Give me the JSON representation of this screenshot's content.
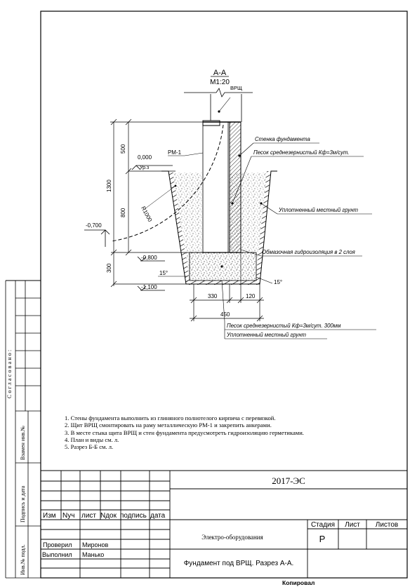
{
  "drawing": {
    "section_title": "А-А",
    "section_scale": "М1:20",
    "label_vrsch": "ВРЩ",
    "label_rm1": "РМ-1",
    "level_zero": "0,000",
    "level_zero_sub": "Ур.з",
    "level_070": "-0,700",
    "level_080": "-0,800",
    "level_110": "-1,100",
    "radius": "R1000",
    "angle_left": "15°",
    "angle_right": "15°",
    "dim_500": "500",
    "dim_1300": "1300",
    "dim_800": "800",
    "dim_300": "300",
    "dim_330": "330",
    "dim_120": "120",
    "dim_450": "450",
    "callout_wall": "Стенка фундамента",
    "callout_sand_top": "Песок среднезернистый Кф=3м/сут.",
    "callout_soil_side": "Уплотненный местный грунт",
    "callout_waterproof": "Обмазочная гидроизоляция в 2 слоя",
    "callout_sand_bottom": "Песок среднезернистый Кф=3м/сут.   300мм",
    "callout_soil_bottom": "Уплотненный местный грунт"
  },
  "notes": [
    "1. Стены фундамента выполнить из глиняного полнотелого кирпича с перевязкой.",
    "2. Щит ВРЩ смонтировать на раму металлическую РМ-1 и закрепить анкерами.",
    "3. В месте стыка щита ВРЩ и стен фундамента предусмотреть гидроизоляцию герметиками.",
    "4. План и виды см. л.",
    "5. Разрез Б-Б см. л."
  ],
  "side_stamp": {
    "agreed": "Согласовано:",
    "replace_inv": "Взамен инв.№",
    "sign_date": "Подпись и дата",
    "inv_orig": "Инв.№ подл."
  },
  "title_block": {
    "code": "2017-ЭС",
    "col_izm": "Изм",
    "col_nuch": "Nуч",
    "col_list": "лист",
    "col_ndok": "Nдок",
    "col_podpis": "подпись",
    "col_data": "дата",
    "stage_header": "Стадия",
    "sheet_header": "Лист",
    "sheets_header": "Листов",
    "stage_value": "Р",
    "checked_label": "Проверил",
    "checked_name": "Миронов",
    "made_label": "Выполнил",
    "made_name": "Манько",
    "project_name": "Электро-оборудования",
    "sheet_title": "Фундамент под ВРЩ. Разрез А-А."
  },
  "footer": {
    "copied": "Копировал"
  }
}
